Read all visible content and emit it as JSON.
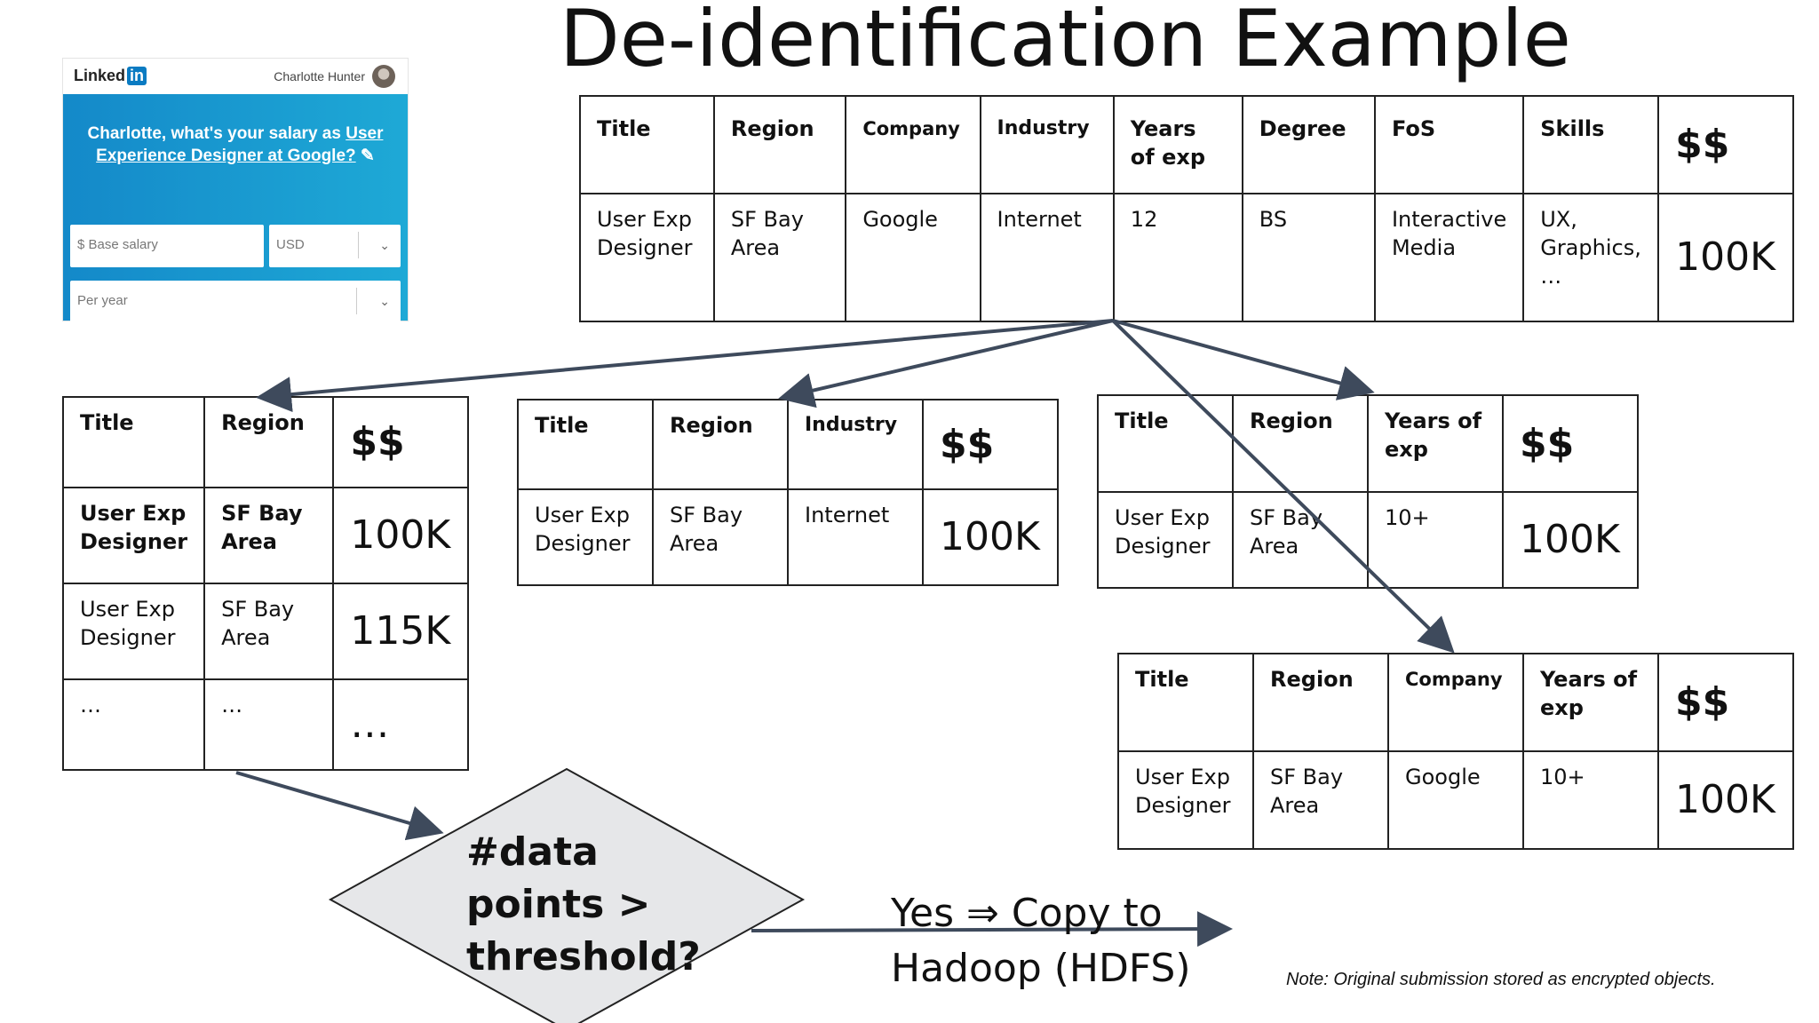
{
  "title": "De-identification Example",
  "linkedin": {
    "logo_text": "Linked",
    "logo_in": "in",
    "user_name": "Charlotte Hunter",
    "question_prefix": "Charlotte, what's your salary as ",
    "question_link": "User Experience Designer at Google?",
    "base_salary_placeholder": "$ Base salary",
    "currency": "USD",
    "period": "Per year"
  },
  "main_table": {
    "headers": [
      "Title",
      "Region",
      "Company",
      "Industry",
      "Years of exp",
      "Degree",
      "FoS",
      "Skills",
      "$$"
    ],
    "row": [
      "User Exp Designer",
      "SF Bay Area",
      "Google",
      "Internet",
      "12",
      "BS",
      "Interactive Media",
      "UX, Graphics, …",
      "100K"
    ]
  },
  "table_a": {
    "headers": [
      "Title",
      "Region",
      "$$"
    ],
    "rows": [
      [
        "User Exp Designer",
        "SF Bay Area",
        "100K"
      ],
      [
        "User Exp Designer",
        "SF Bay Area",
        "115K"
      ],
      [
        "…",
        "…",
        "…"
      ]
    ]
  },
  "table_b": {
    "headers": [
      "Title",
      "Region",
      "Industry",
      "$$"
    ],
    "row": [
      "User Exp Designer",
      "SF Bay Area",
      "Internet",
      "100K"
    ]
  },
  "table_c": {
    "headers": [
      "Title",
      "Region",
      "Years of exp",
      "$$"
    ],
    "row": [
      "User Exp Designer",
      "SF Bay Area",
      "10+",
      "100K"
    ]
  },
  "table_d": {
    "headers": [
      "Title",
      "Region",
      "Company",
      "Years of exp",
      "$$"
    ],
    "row": [
      "User Exp Designer",
      "SF Bay Area",
      "Google",
      "10+",
      "100K"
    ]
  },
  "decision": {
    "line1": "#data",
    "line2": "points >",
    "line3": "threshold?"
  },
  "yes_label_line1": "Yes ⇒ Copy to",
  "yes_label_line2": "Hadoop (HDFS)",
  "note": "Note: Original submission stored as encrypted objects."
}
